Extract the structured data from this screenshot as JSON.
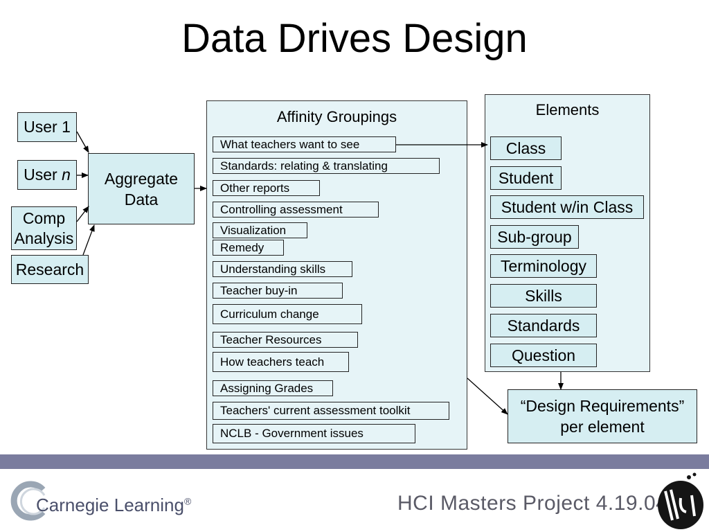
{
  "title": "Data Drives Design",
  "sources": {
    "user1": "User 1",
    "usern_prefix": "User ",
    "usern_italic": "n",
    "comp_line1": "Comp",
    "comp_line2": "Analysis",
    "research": "Research"
  },
  "aggregate": {
    "line1": "Aggregate",
    "line2": "Data"
  },
  "affinity": {
    "title": "Affinity Groupings",
    "items": [
      "What teachers want to see",
      "Standards: relating & translating",
      "Other reports",
      "Controlling assessment",
      "Visualization",
      "Remedy",
      "Understanding skills",
      "Teacher buy-in",
      "Curriculum change",
      "Teacher Resources",
      "How teachers teach",
      "Assigning Grades",
      "Teachers' current assessment toolkit",
      "NCLB - Government issues"
    ]
  },
  "elements": {
    "title": "Elements",
    "items": [
      "Class",
      "Student",
      "Student w/in Class",
      "Sub-group",
      "Terminology",
      "Skills",
      "Standards",
      "Question"
    ]
  },
  "requirements": {
    "line1": "“Design Requirements”",
    "line2": "per element"
  },
  "footer": {
    "left": "Carnegie Learning",
    "left_mark": "®",
    "right": "HCI Masters Project 4.19.04"
  },
  "colors": {
    "box_fill": "#d6eef2",
    "panel_fill": "#e6f4f7",
    "band": "#7a7c9e"
  }
}
